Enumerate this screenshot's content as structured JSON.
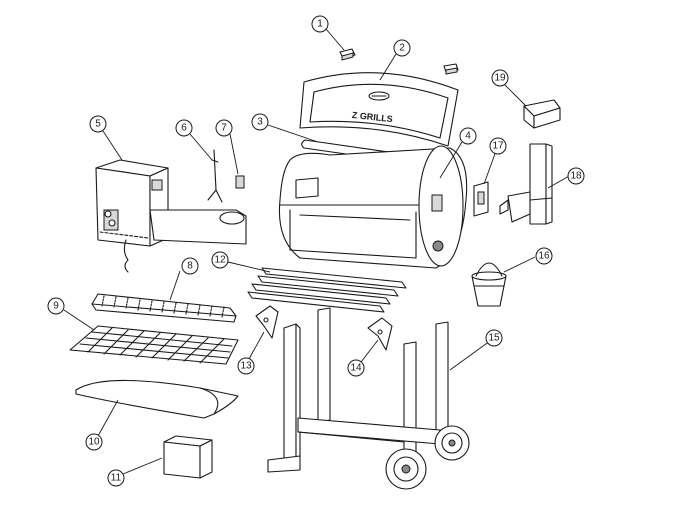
{
  "diagram": {
    "brand_label": "Z GRILLS",
    "callouts": [
      {
        "id": "1",
        "label": "1"
      },
      {
        "id": "2",
        "label": "2"
      },
      {
        "id": "3",
        "label": "3"
      },
      {
        "id": "4",
        "label": "4"
      },
      {
        "id": "5",
        "label": "5"
      },
      {
        "id": "6",
        "label": "6"
      },
      {
        "id": "7",
        "label": "7"
      },
      {
        "id": "8",
        "label": "8"
      },
      {
        "id": "9",
        "label": "9"
      },
      {
        "id": "10",
        "label": "10"
      },
      {
        "id": "11",
        "label": "11"
      },
      {
        "id": "12",
        "label": "12"
      },
      {
        "id": "13",
        "label": "13"
      },
      {
        "id": "14",
        "label": "14"
      },
      {
        "id": "15",
        "label": "15"
      },
      {
        "id": "16",
        "label": "16"
      },
      {
        "id": "17",
        "label": "17"
      },
      {
        "id": "18",
        "label": "18"
      },
      {
        "id": "19",
        "label": "19"
      }
    ]
  }
}
